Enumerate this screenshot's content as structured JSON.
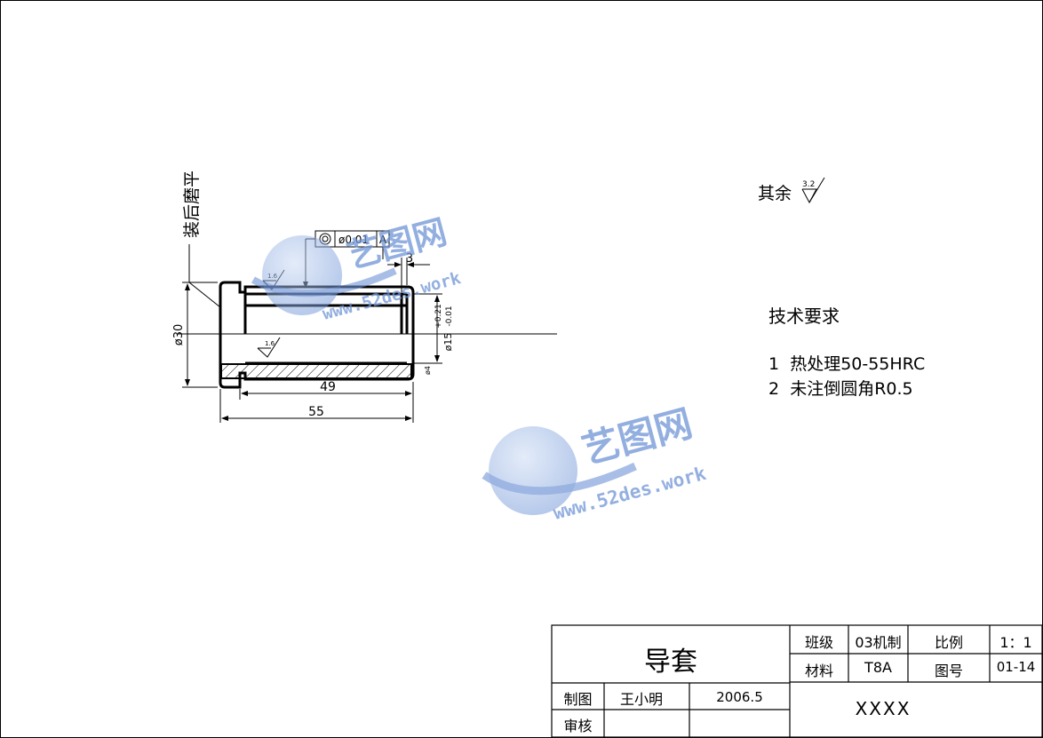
{
  "drawing": {
    "grind_note": "装后磨平",
    "dim_outer_dia": "ø30",
    "dim_bore_dia": "ø15",
    "bore_tol_upper": "+0.21",
    "bore_tol_lower": "-0.01",
    "dim_groove_width": "3",
    "dim_length_inner": "49",
    "dim_length_total": "55",
    "dim_small": "ø4",
    "roughness_value": "1.6",
    "gdt": {
      "symbol": "concentricity",
      "tolerance": "0.01",
      "datum": "A"
    }
  },
  "notes": {
    "rough_rest_label": "其余",
    "rough_rest_value": "3.2",
    "tech_title": "技术要求",
    "items": [
      {
        "num": "1",
        "text": "热处理50-55HRC"
      },
      {
        "num": "2",
        "text": "未注倒圆角R0.5"
      }
    ]
  },
  "title_block": {
    "part_name": "导套",
    "class_label": "班级",
    "class_value": "03机制",
    "scale_label": "比例",
    "scale_value": "1：1",
    "material_label": "材料",
    "material_value": "T8A",
    "drawing_no_label": "图号",
    "drawing_no_value": "01-14",
    "drawn_label": "制图",
    "drawn_by": "王小明",
    "date": "2006.5",
    "check_label": "审核",
    "school": "XXXX"
  },
  "watermark": {
    "brand": "艺图网",
    "url": "www.52des.work"
  }
}
